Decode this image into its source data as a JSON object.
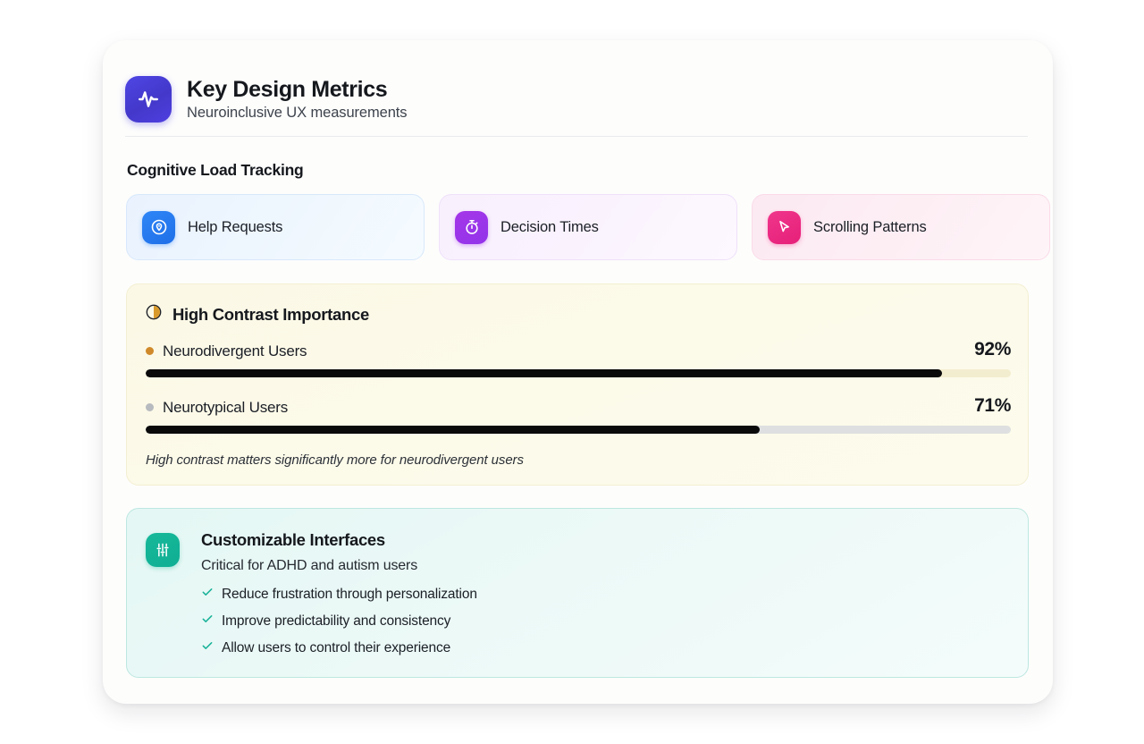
{
  "header": {
    "icon": "activity-pulse-icon",
    "title": "Key Design Metrics",
    "subtitle": "Neuroinclusive UX measurements"
  },
  "cognitive_section": {
    "label": "Cognitive Load Tracking",
    "chips": [
      {
        "label": "Help Requests",
        "icon": "location-pin-icon",
        "icon_color": "#2f86f6",
        "bg_color": "#eef6fe"
      },
      {
        "label": "Decision Times",
        "icon": "stopwatch-icon",
        "icon_color": "#a437e8",
        "bg_color": "#faf3fe"
      },
      {
        "label": "Scrolling Patterns",
        "icon": "cursor-arrow-icon",
        "icon_color": "#f0368c",
        "bg_color": "#fdeef4"
      }
    ]
  },
  "contrast_section": {
    "icon": "contrast-circle-icon",
    "title": "High Contrast Importance",
    "note": "High contrast matters significantly more for neurodivergent users",
    "bars": [
      {
        "label": "Neurodivergent Users",
        "value": "92%",
        "percent": 92,
        "dot_color": "#d0892a",
        "track_color": "#f3edcf"
      },
      {
        "label": "Neurotypical Users",
        "value": "71%",
        "percent": 71,
        "dot_color": "#b7bbbf",
        "track_color": "#dedfe0"
      }
    ]
  },
  "custom_section": {
    "icon": "sliders-icon",
    "title": "Customizable Interfaces",
    "subtitle": "Critical for ADHD and autism users",
    "items": [
      "Reduce frustration through personalization",
      "Improve predictability and consistency",
      "Allow users to control their experience"
    ]
  },
  "colors": {
    "brand": "#4f46e5",
    "accent_teal": "#17b89a",
    "accent_amber": "#d0892a",
    "bar_fill": "#0a0a0b"
  }
}
